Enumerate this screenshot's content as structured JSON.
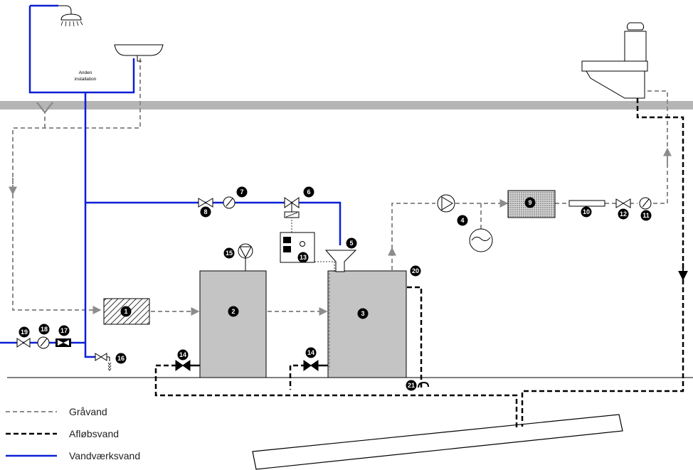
{
  "colors": {
    "grey_water": "#8c8c8c",
    "waste_water": "#000000",
    "mains_water": "#0b1fd6",
    "floor": "#b5b5b5",
    "tank": "#c4c4c4",
    "marker": "#000000"
  },
  "labels": {
    "anden_line1": "Anden",
    "anden_line2": "installation"
  },
  "components": [
    {
      "num": "1",
      "shape": "hatched-box"
    },
    {
      "num": "2",
      "shape": "tank"
    },
    {
      "num": "3",
      "shape": "tank"
    },
    {
      "num": "4",
      "shape": "pump-icon"
    },
    {
      "num": "5",
      "shape": "funnel-icon"
    },
    {
      "num": "6",
      "shape": "solenoid-valve-icon"
    },
    {
      "num": "7",
      "shape": "meter-icon"
    },
    {
      "num": "8",
      "shape": "valve-icon"
    },
    {
      "num": "9",
      "shape": "dotted-box"
    },
    {
      "num": "10",
      "shape": "pipe-element"
    },
    {
      "num": "11",
      "shape": "meter-icon"
    },
    {
      "num": "12",
      "shape": "valve-icon"
    },
    {
      "num": "13",
      "shape": "control-box-icon"
    },
    {
      "num": "14",
      "shape": "valve-icon"
    },
    {
      "num": "14",
      "shape": "valve-icon"
    },
    {
      "num": "15",
      "shape": "pump-icon"
    },
    {
      "num": "16",
      "shape": "tap-icon"
    },
    {
      "num": "17",
      "shape": "check-valve-icon"
    },
    {
      "num": "18",
      "shape": "meter-icon"
    },
    {
      "num": "19",
      "shape": "valve-icon"
    },
    {
      "num": "20",
      "shape": "overflow-label"
    },
    {
      "num": "21",
      "shape": "trap-icon"
    }
  ],
  "legend": [
    {
      "label": "Gråvand",
      "style": "grey-dashed"
    },
    {
      "label": "Afløbsvand",
      "style": "black-dashed"
    },
    {
      "label": "Vandværksvand",
      "style": "blue-solid"
    }
  ]
}
